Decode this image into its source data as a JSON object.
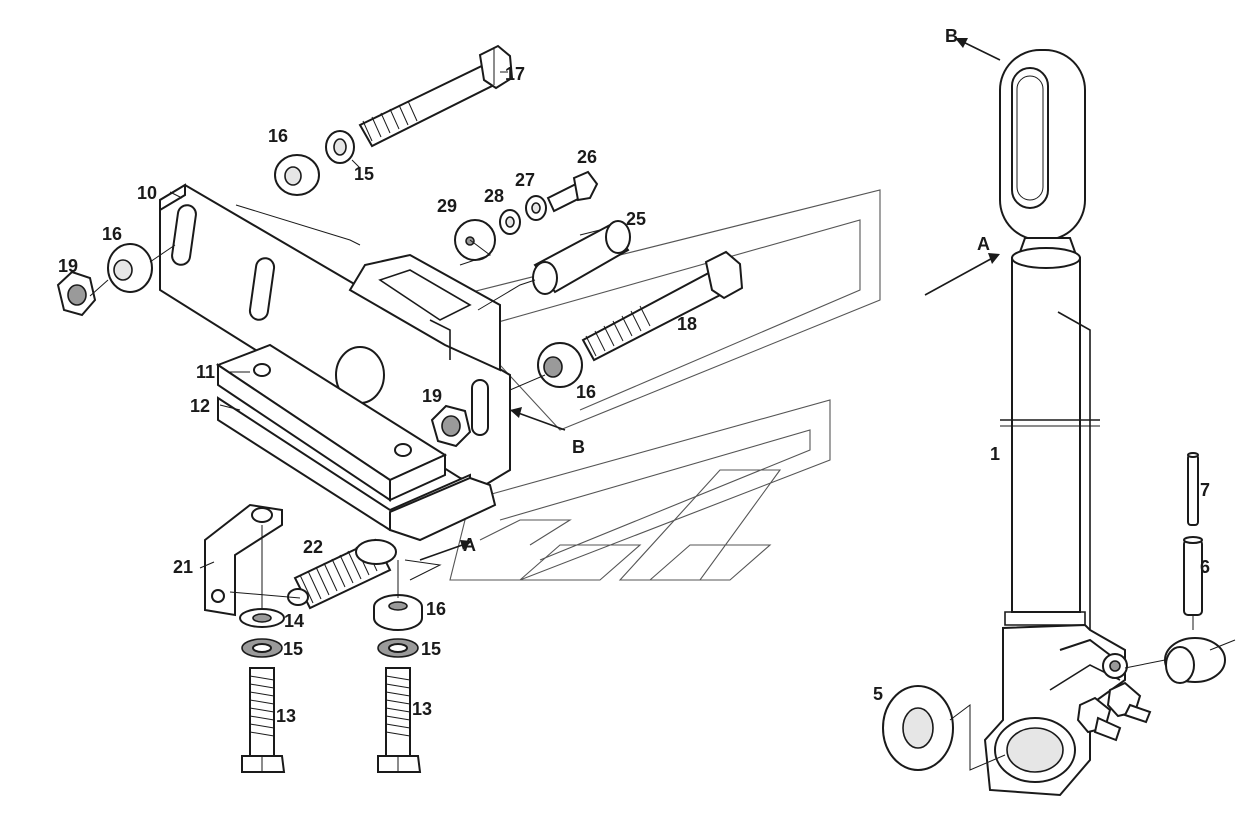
{
  "labels": {
    "l1": "1",
    "l5": "5",
    "l6": "6",
    "l7": "7",
    "l10": "10",
    "l11": "11",
    "l12": "12",
    "l13a": "13",
    "l13b": "13",
    "l14": "14",
    "l15a": "15",
    "l15b": "15",
    "l15c": "15",
    "l16a": "16",
    "l16b": "16",
    "l16c": "16",
    "l16d": "16",
    "l17": "17",
    "l18": "18",
    "l19a": "19",
    "l19b": "19",
    "l21": "21",
    "l22": "22",
    "l25": "25",
    "l26": "26",
    "l27": "27",
    "l28": "28",
    "l29": "29",
    "viewA1": "A",
    "viewA2": "A",
    "viewB1": "B",
    "viewB2": "B"
  }
}
